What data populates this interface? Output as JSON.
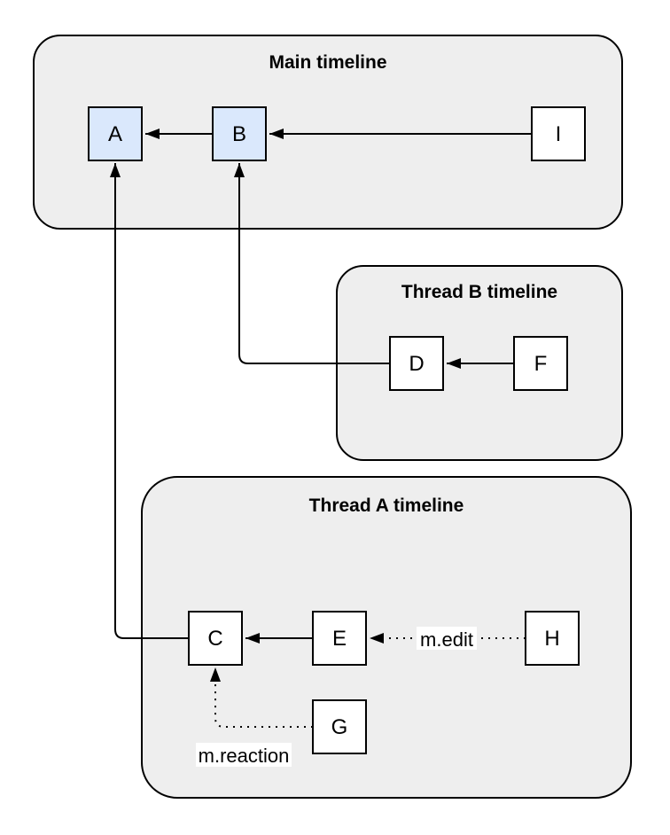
{
  "diagram": {
    "type": "event-relationship-diagram",
    "colors": {
      "background": "#ffffff",
      "container_fill": "#eeeeee",
      "container_stroke": "#000000",
      "node_fill": "#ffffff",
      "node_highlight_fill": "#dae8fc",
      "node_stroke": "#000000",
      "edge_color": "#000000",
      "label_bg": "#ffffff"
    },
    "containers": {
      "main": {
        "title": "Main timeline"
      },
      "thread_b": {
        "title": "Thread B timeline"
      },
      "thread_a": {
        "title": "Thread A timeline"
      }
    },
    "nodes": {
      "A": {
        "label": "A",
        "container": "main",
        "highlighted": true
      },
      "B": {
        "label": "B",
        "container": "main",
        "highlighted": true
      },
      "I": {
        "label": "I",
        "container": "main",
        "highlighted": false
      },
      "D": {
        "label": "D",
        "container": "thread_b",
        "highlighted": false
      },
      "F": {
        "label": "F",
        "container": "thread_b",
        "highlighted": false
      },
      "C": {
        "label": "C",
        "container": "thread_a",
        "highlighted": false
      },
      "E": {
        "label": "E",
        "container": "thread_a",
        "highlighted": false
      },
      "H": {
        "label": "H",
        "container": "thread_a",
        "highlighted": false
      },
      "G": {
        "label": "G",
        "container": "thread_a",
        "highlighted": false
      }
    },
    "edges": [
      {
        "from": "B",
        "to": "A",
        "style": "solid",
        "label": ""
      },
      {
        "from": "I",
        "to": "B",
        "style": "solid",
        "label": ""
      },
      {
        "from": "F",
        "to": "D",
        "style": "solid",
        "label": ""
      },
      {
        "from": "D",
        "to": "B",
        "style": "solid",
        "label": ""
      },
      {
        "from": "E",
        "to": "C",
        "style": "solid",
        "label": ""
      },
      {
        "from": "C",
        "to": "A",
        "style": "solid",
        "label": ""
      },
      {
        "from": "H",
        "to": "E",
        "style": "dotted",
        "label": "m.edit"
      },
      {
        "from": "G",
        "to": "C",
        "style": "dotted",
        "label": "m.reaction"
      }
    ]
  }
}
